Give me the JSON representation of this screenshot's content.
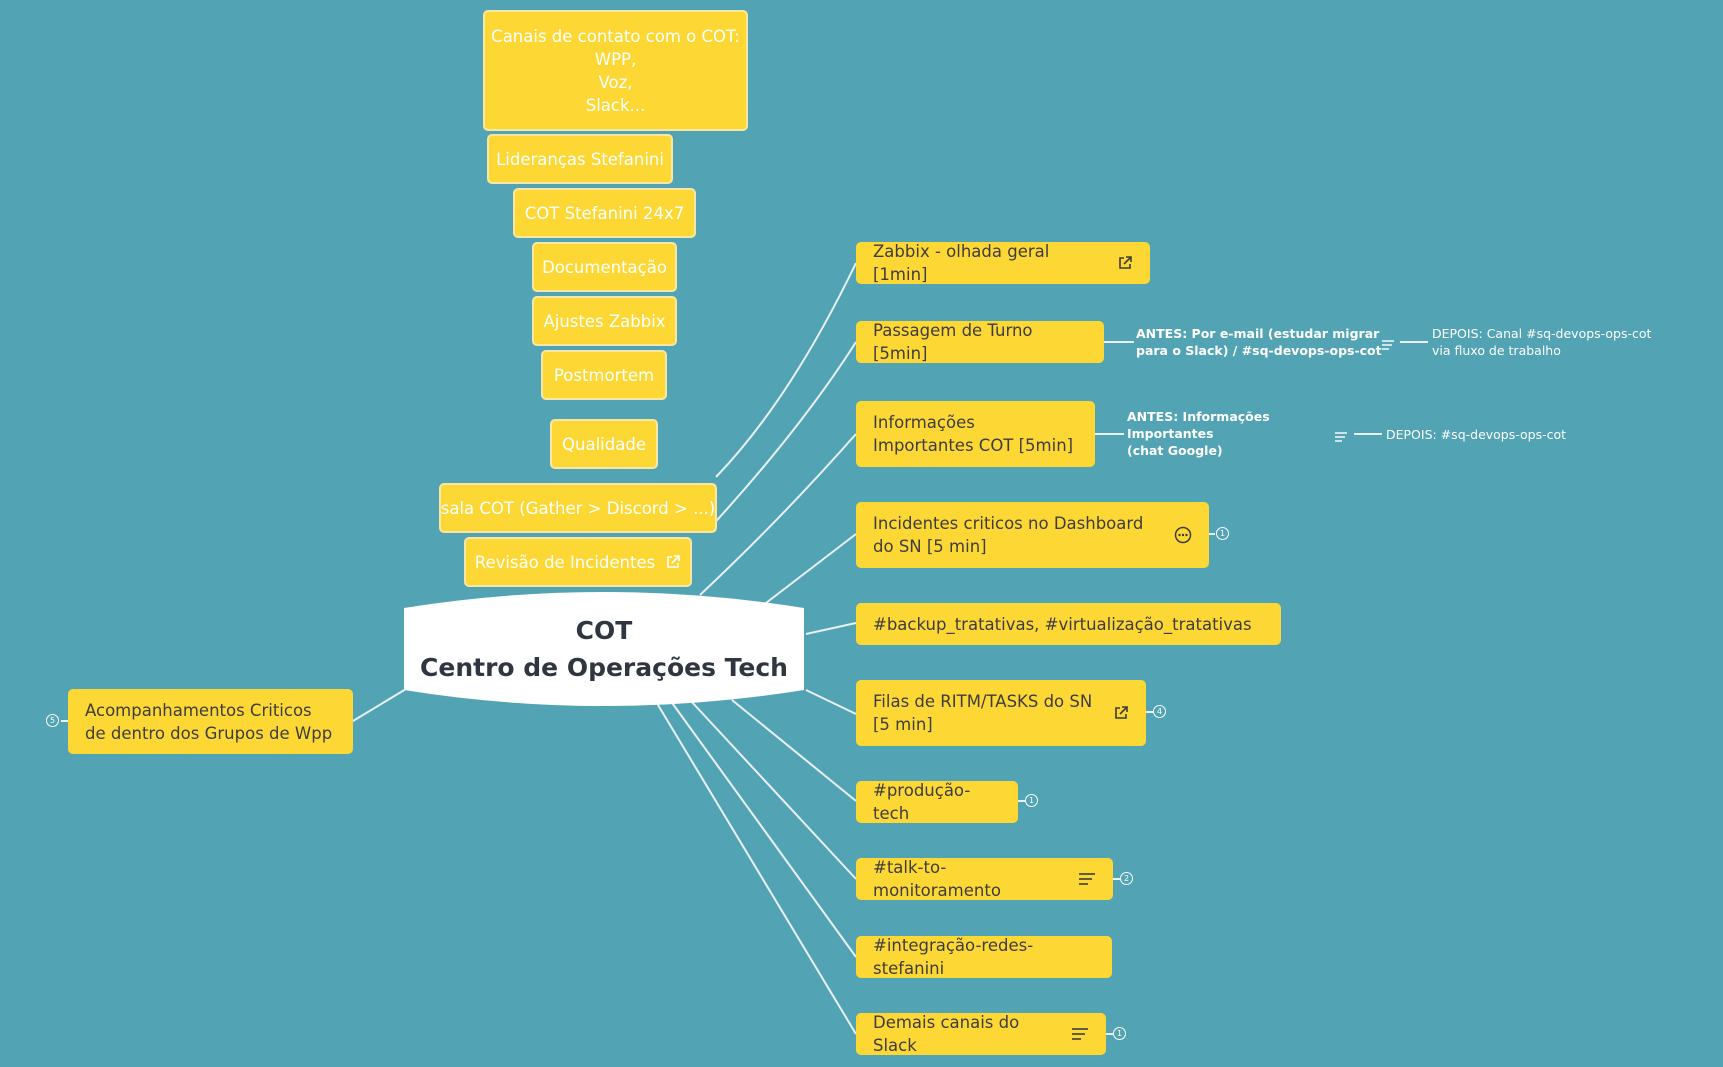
{
  "central": {
    "line1": "COT",
    "line2": "Centro de Operações Tech"
  },
  "left_branch": {
    "label": "Acompanhamentos Criticos de dentro dos Grupos de Wpp",
    "badge": "5"
  },
  "top_branches": [
    {
      "label": "Canais de contato com o COT:\nWPP,\nVoz,\nSlack..."
    },
    {
      "label": "Lideranças Stefanini"
    },
    {
      "label": "COT Stefanini 24x7"
    },
    {
      "label": "Documentação"
    },
    {
      "label": "Ajustes Zabbix"
    },
    {
      "label": "Postmortem"
    },
    {
      "label": "Qualidade"
    },
    {
      "label": "sala COT (Gather > Discord > ...)"
    },
    {
      "label": "Revisão de Incidentes",
      "icon": "external-link-icon"
    }
  ],
  "right_branches": [
    {
      "label": "Zabbix - olhada geral [1min]",
      "icon": "external-link-icon"
    },
    {
      "label": "Passagem de Turno [5min]"
    },
    {
      "label": "Informações Importantes COT [5min]"
    },
    {
      "label": "Incidentes criticos no Dashboard do SN [5 min]",
      "icon": "more-options-icon",
      "badge": "1"
    },
    {
      "label": "#backup_tratativas, #virtualização_tratativas"
    },
    {
      "label": "Filas de RITM/TASKS do SN [5 min]",
      "icon": "external-link-icon",
      "badge": "4"
    },
    {
      "label": "#produção-tech",
      "badge": "1"
    },
    {
      "label": "#talk-to-monitoramento",
      "icon": "notes-icon",
      "badge": "2"
    },
    {
      "label": "#integração-redes-stefanini"
    },
    {
      "label": "Demais canais do Slack",
      "icon": "notes-icon",
      "badge": "1"
    }
  ],
  "notes": {
    "passagem_antes": "ANTES: Por e-mail (estudar migrar\npara o Slack) / #sq-devops-ops-cot",
    "passagem_depois": "DEPOIS: Canal #sq-devops-ops-cot\nvia fluxo de trabalho",
    "info_antes": "ANTES: Informações\nImportantes\n(chat Google)",
    "info_depois": "DEPOIS: #sq-devops-ops-cot"
  },
  "colors": {
    "background": "#52a4b5",
    "node": "#fdd835",
    "central": "#ffffff",
    "line": "#e8f1f3",
    "node_text": "#3d3d3d"
  }
}
